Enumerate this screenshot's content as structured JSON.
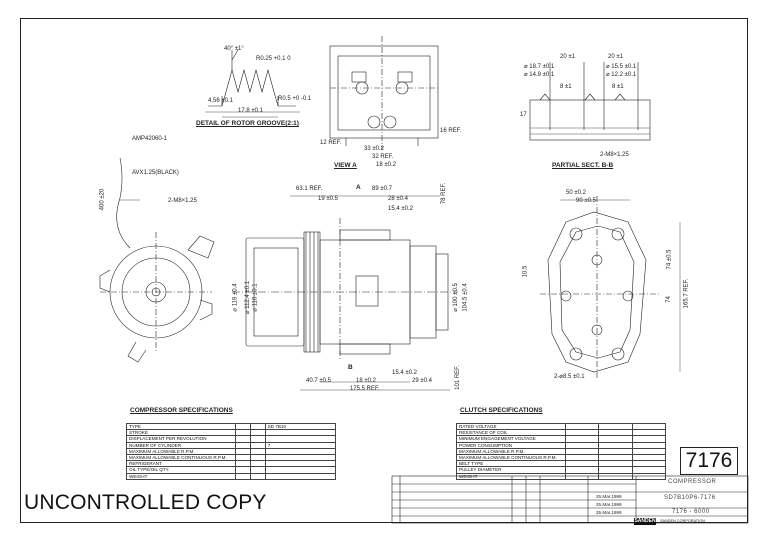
{
  "rotor_groove": {
    "title": "DETAIL OF ROTOR GROOVE(2:1)",
    "angle": "40° ±1°",
    "radius_top": "R0.25 +0.1 0",
    "radius_bottom": "R0.5 +0 -0.1",
    "dim_left": "4.56 ±0.1",
    "dim_bottom": "17.8 ±0.1"
  },
  "view_a": {
    "title": "VIEW A",
    "dim_12": "12 REF.",
    "dim_33": "33 ±0.2",
    "dim_32": "32 REF.",
    "dim_18": "18 ±0.2",
    "dim_16": "16 REF."
  },
  "partial_sect": {
    "title": "PARTIAL SECT. B-B",
    "dims": [
      "20 ±1",
      "20 ±1",
      "⌀ 18.7 ±0.1",
      "⌀ 14.9 ±0.1",
      "⌀ 15.5 ±0.1",
      "⌀ 12.2 ±0.1",
      "8 ±1",
      "8 ±1",
      "17",
      "2-M8×1.25"
    ]
  },
  "side_view": {
    "labels": [
      "AMP42060-1",
      "AVX1.25(BLACK)",
      "2-M8×1.25",
      "400 ±20"
    ]
  },
  "front_view": {
    "dims": [
      "63.1 REF.",
      "89 ±0.7",
      "19 ±0.5",
      "28 ±0.4",
      "15.4 ±0.2",
      "78 REF.",
      "⌀ 119 ±0.4",
      "⌀ 112.4 ±0.1",
      "⌀ 110 ±0.1",
      "⌀ 100 ±0.5",
      "104.5 ±0.4",
      "40.7 ±0.5",
      "15.4 ±0.2",
      "29 ±0.4",
      "18 ±0.2",
      "175.5 REF.",
      "101 REF.",
      "A",
      "B"
    ]
  },
  "rear_view": {
    "dims": [
      "50 ±0.2",
      "90 ±0.5",
      "10.5",
      "74 ±0.5",
      "74",
      "165.7 REF.",
      "2-⌀8.5 ±0.1"
    ]
  },
  "compressor_spec": {
    "title": "COMPRESSOR SPECIFICATIONS",
    "rows": [
      [
        "TYPE",
        "",
        "",
        "SD 7B10"
      ],
      [
        "STROKE",
        "",
        "",
        ""
      ],
      [
        "DISPLACEMENT PER REVOLUTION",
        "",
        "",
        ""
      ],
      [
        "NUMBER OF CYLINDER",
        "",
        "",
        "7"
      ],
      [
        "MAXIMUM ALLOWABLE R.P.M.",
        "",
        "",
        ""
      ],
      [
        "MAXIMUM ALLOWABLE CONTINUOUS R.P.M.",
        "",
        "",
        ""
      ],
      [
        "REFRIGERANT",
        "",
        "",
        ""
      ],
      [
        "OIL TYPE/OIL QTY.",
        "",
        "",
        ""
      ],
      [
        "WEIGHT",
        "",
        "",
        ""
      ]
    ]
  },
  "clutch_spec": {
    "title": "CLUTCH SPECIFICATIONS",
    "rows": [
      [
        "RATED VOLTAGE",
        "",
        "",
        ""
      ],
      [
        "RESISTANCE OF COIL",
        "",
        "",
        ""
      ],
      [
        "MINIMUM ENGAGEMENT VOLTAGE",
        "",
        "",
        ""
      ],
      [
        "POWER CONSUMPTION",
        "",
        "",
        ""
      ],
      [
        "MAXIMUM ALLOWABLE R.P.M.",
        "",
        "",
        ""
      ],
      [
        "MAXIMUM ALLOWABLE CONTINUOUS R.P.M.",
        "",
        "",
        ""
      ],
      [
        "BELT TYPE",
        "",
        "",
        ""
      ],
      [
        "PULLEY DIAMETER",
        "",
        "",
        ""
      ],
      [
        "WEIGHT",
        "",
        "",
        ""
      ]
    ]
  },
  "title_block": {
    "drawing_number_box": "7176",
    "name": "COMPRESSOR",
    "model": "SD7B10P6-7176",
    "doc_number": "7176 - 6000",
    "dates": [
      "25.Mar.1999",
      "25.Mar.1999",
      "25.Mar.1999"
    ],
    "company": "SANDEN",
    "company_note": "SANDEN CORPORATION"
  },
  "stamp": "UNCONTROLLED COPY"
}
